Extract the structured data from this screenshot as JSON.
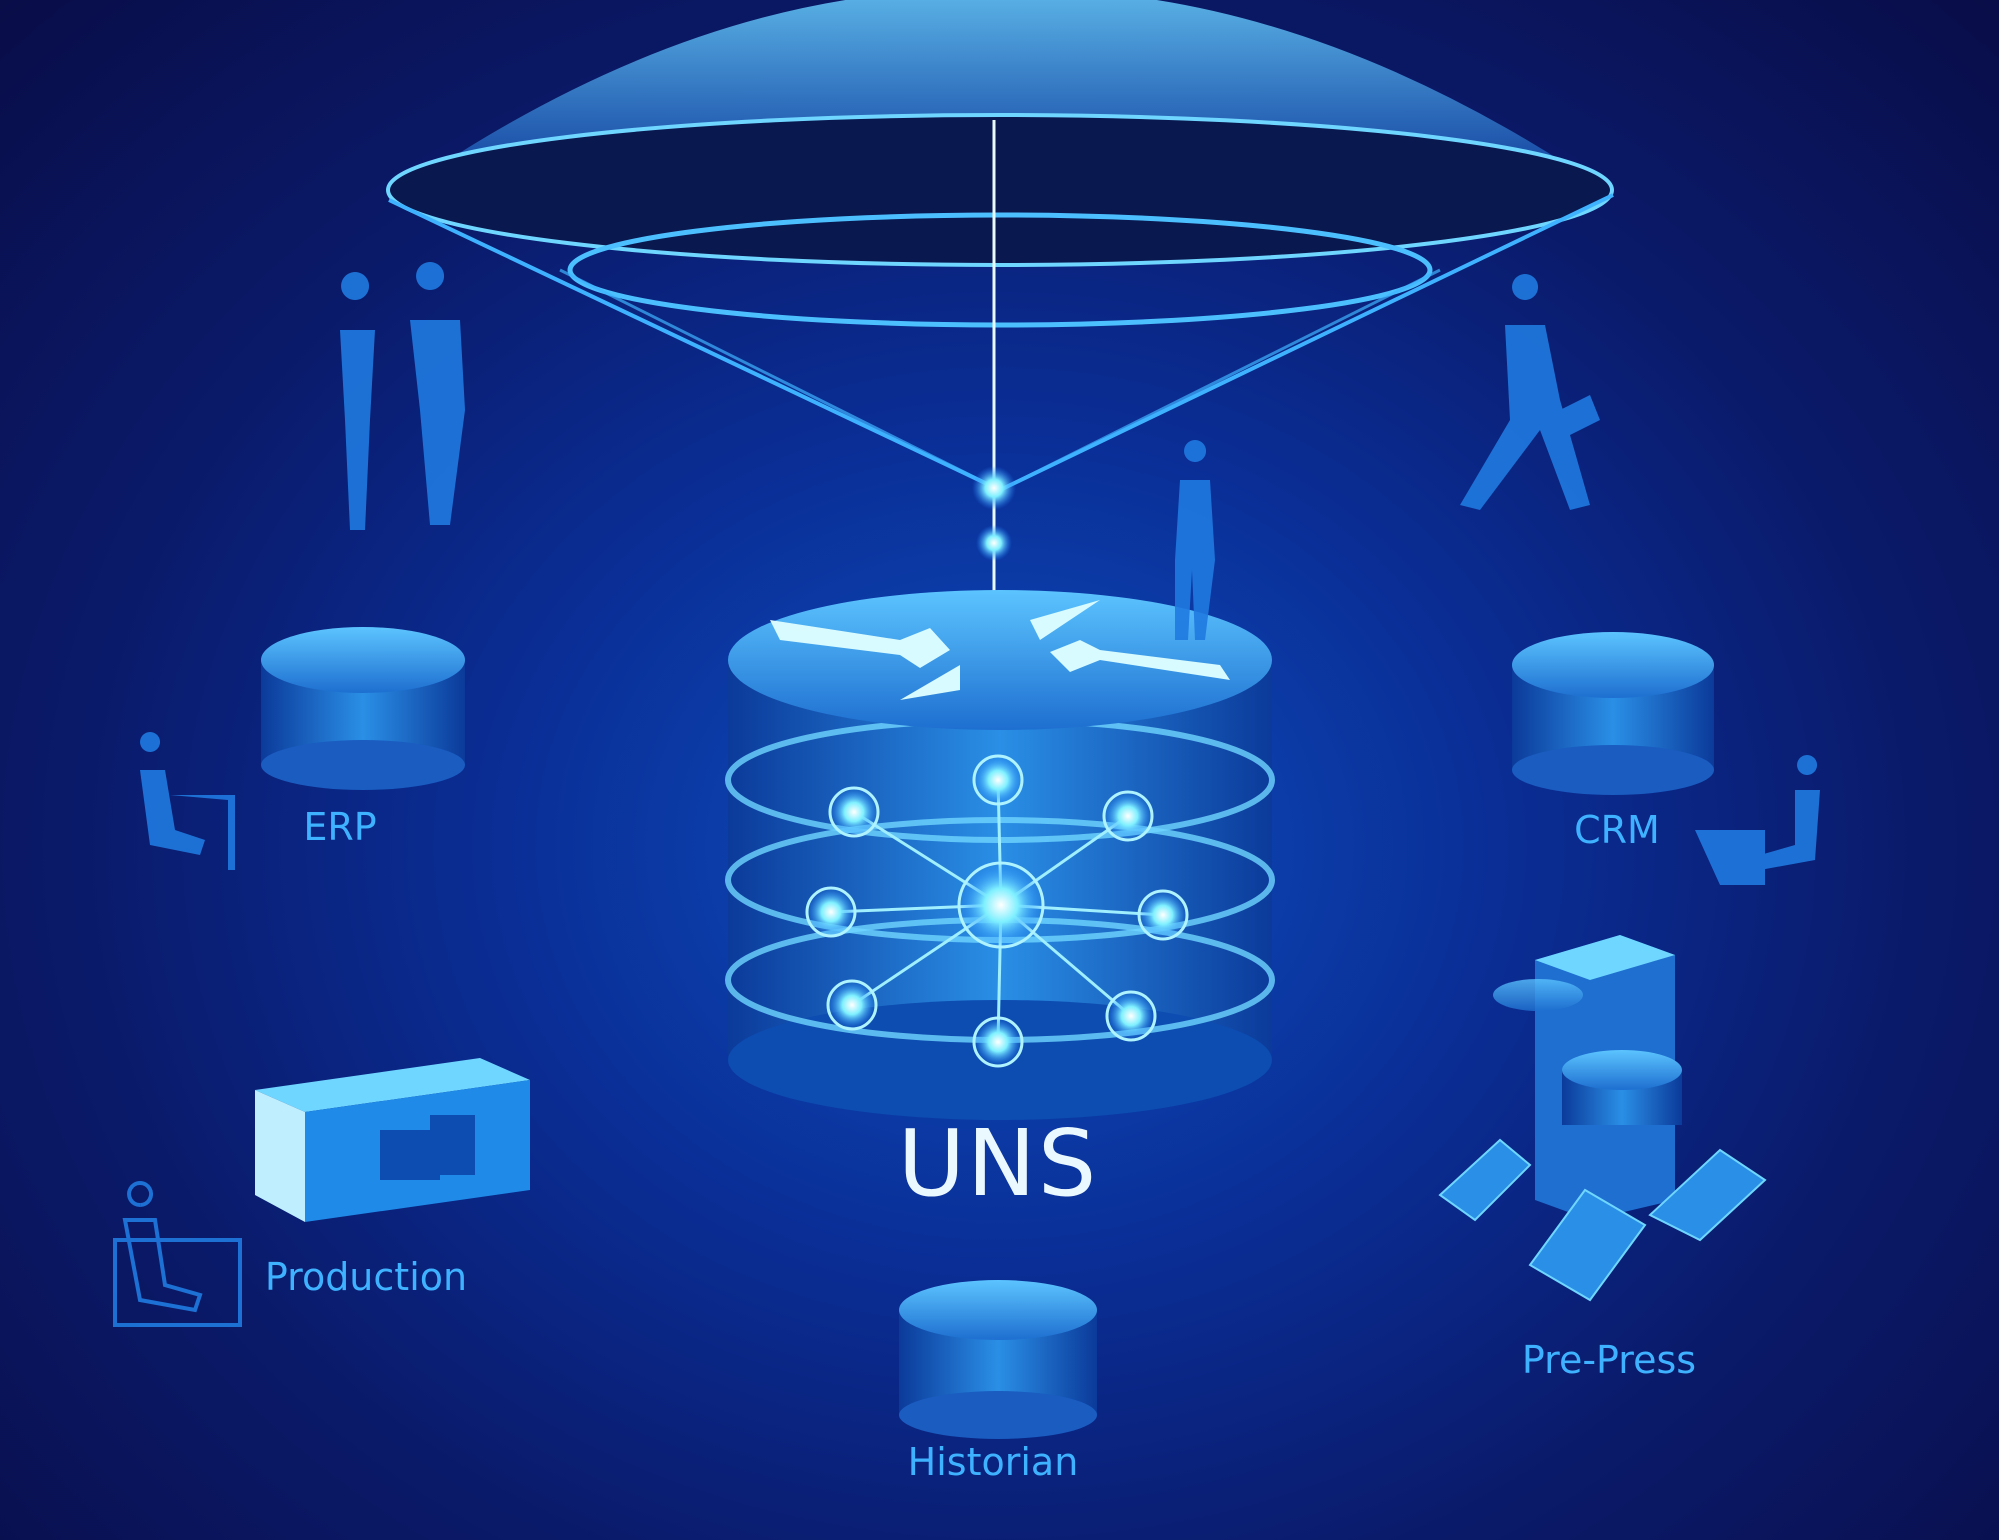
{
  "title": "UNS",
  "labels": {
    "erp": "ERP",
    "crm": "CRM",
    "production": "Production",
    "historian": "Historian",
    "prepress": "Pre-Press"
  },
  "colors": {
    "background": "#0a1a6a",
    "accent": "#3fb2ff",
    "glow": "#aef3ff"
  }
}
